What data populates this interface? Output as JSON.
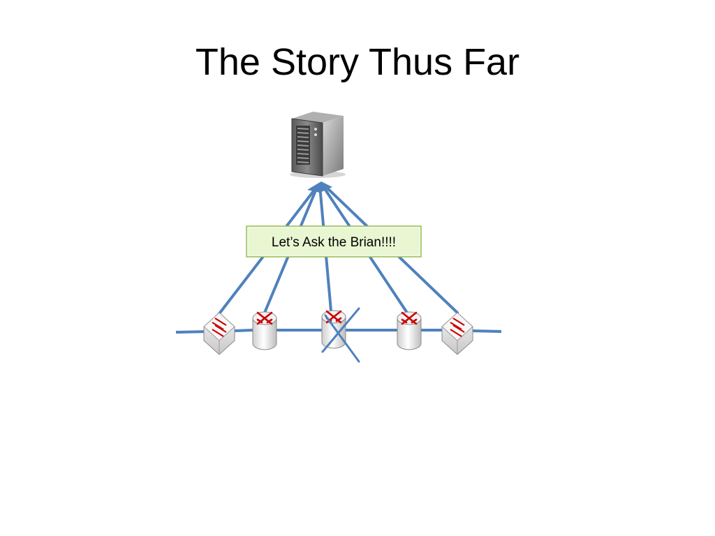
{
  "slide": {
    "title": "The Story Thus Far"
  },
  "callout": {
    "text": "Let’s Ask the Brian!!!!"
  },
  "colors": {
    "link": "#4F81BD",
    "callout_fill": "#EAF7D6",
    "callout_border": "#9BBB59",
    "arrow_red": "#CC0000",
    "device_fill": "#E6E6E6",
    "device_stroke": "#8A8A8A"
  },
  "diagram": {
    "controller": {
      "icon": "server-icon"
    },
    "devices": [
      {
        "id": "switch-left",
        "icon": "switch-icon",
        "failed": false
      },
      {
        "id": "router-1",
        "icon": "router-icon",
        "failed": false
      },
      {
        "id": "router-failed",
        "icon": "router-icon",
        "failed": true
      },
      {
        "id": "router-2",
        "icon": "router-icon",
        "failed": false
      },
      {
        "id": "switch-right",
        "icon": "switch-icon",
        "failed": false
      }
    ]
  }
}
